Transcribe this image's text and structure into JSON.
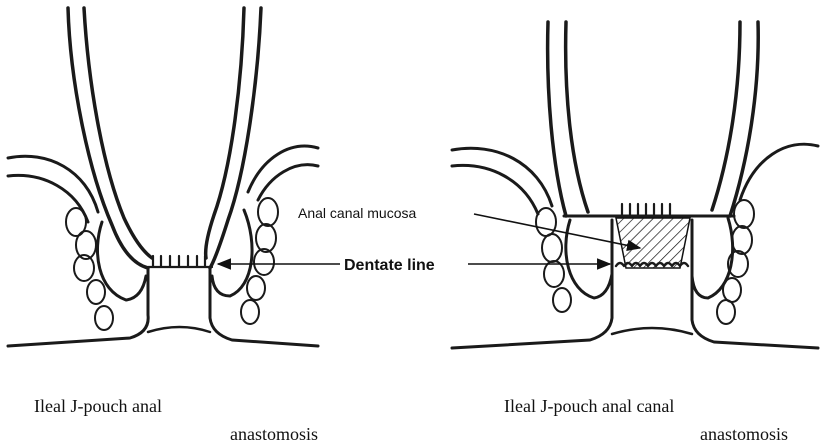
{
  "labels": {
    "mucosa": "Anal canal mucosa",
    "dentate": "Dentate line"
  },
  "captions": {
    "left_line1": "Ileal J-pouch anal",
    "left_line2": "anastomosis",
    "right_line1": "Ileal J-pouch anal canal",
    "right_line2": "anastomosis"
  }
}
